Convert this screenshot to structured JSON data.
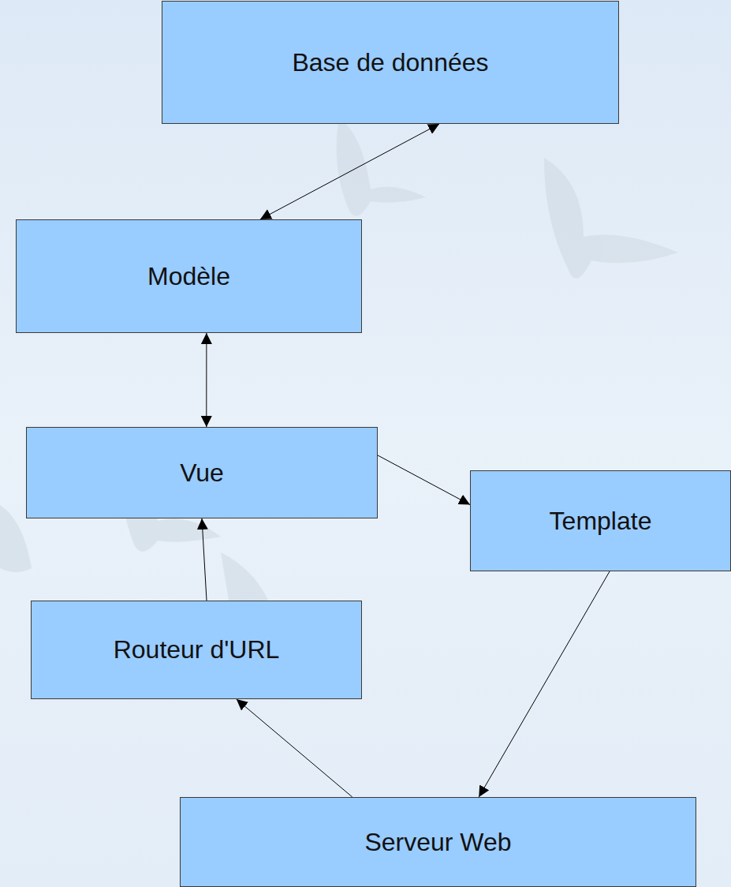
{
  "diagram": {
    "nodes": [
      {
        "text": [
          "Base de données"
        ]
      },
      {
        "text": [
          "Modèle"
        ]
      },
      {
        "text": [
          "Vue"
        ]
      },
      {
        "text": [
          "Template"
        ]
      },
      {
        "text": [
          "Routeur d'URL"
        ]
      },
      {
        "text": [
          "Serveur Web"
        ]
      }
    ],
    "edges": [
      {
        "from": 0,
        "to": 1,
        "arrow": "both"
      },
      {
        "from": 1,
        "to": 2,
        "arrow": "both"
      },
      {
        "from": 2,
        "to": 3,
        "arrow": "to"
      },
      {
        "from": 3,
        "to": 5,
        "arrow": "to"
      },
      {
        "from": 5,
        "to": 4,
        "arrow": "to"
      },
      {
        "from": 4,
        "to": 2,
        "arrow": "to"
      }
    ]
  }
}
